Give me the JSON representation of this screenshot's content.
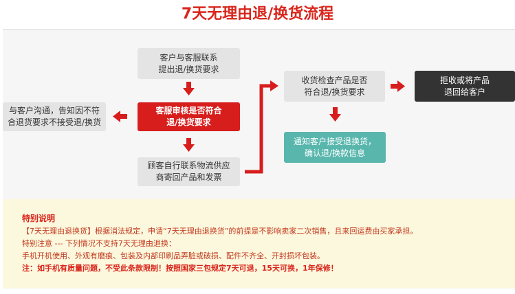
{
  "title": "7天无理由退/换货流程",
  "flow": {
    "contact_service": [
      "客户与客服联系",
      "提出退/换货要求"
    ],
    "service_review": [
      "客服审核是否符合",
      "退/换货要求"
    ],
    "reject_communicate": [
      "与客户沟通，告知因不符",
      "合退货要求不接受退/换货"
    ],
    "customer_ship": [
      "顾客自行联系物流供应",
      "商寄回产品和发票"
    ],
    "check_product": [
      "收货检查产品是否",
      "符合退/换货要求"
    ],
    "refuse_return": [
      "拒收或将产品",
      "退回给客户"
    ],
    "notify_accept": [
      "通知客户接受退换货，",
      "确认退/换款信息"
    ]
  },
  "colors": {
    "accent_red": "#d71e1c",
    "teal": "#58b6ad",
    "dark": "#333333",
    "grey": "#e4e4e4",
    "note_bg": "#fcf8de"
  },
  "notes": {
    "heading": "特别说明",
    "lines": [
      "【7天无理由退换货】根据消法规定，申请“7天无理由退换货”的前提是不影响卖家二次销售，且来回运费由买家承担。",
      "特别注意 --- 下列情况不支持7天无理由退换：",
      "手机开机使用、外观有磨痕、包装及内部印刷品弄脏或破损、配件不齐全、开封损坏包装。",
      "注：如手机有质量问题，不受此条款限制！按照国家三包规定7天可退，15天可换，1年保修！"
    ]
  }
}
